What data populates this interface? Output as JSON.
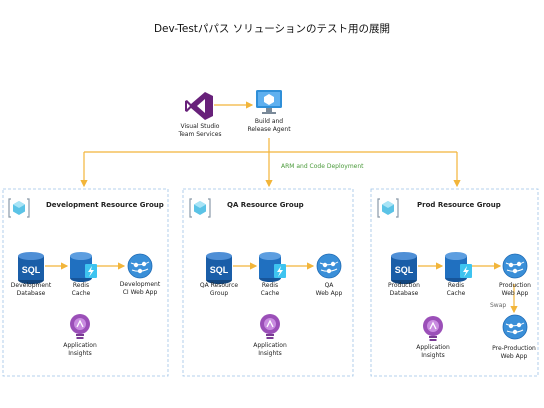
{
  "title": "Dev-Testパパス ソリューションのテスト用の展開",
  "colors": {
    "arrow": "#f2b53a",
    "boundary": "#9ec3e6",
    "sql": "#1a5ea8",
    "redis": "#2070c0",
    "webapp": "#3a8fd8",
    "insights": "#9b4fb8",
    "vs": "#68217a",
    "agent": "#2f8fd8",
    "edge_label": "#4a9a3a"
  },
  "top": {
    "vsts_label": "Visual Studio\nTeam Services",
    "agent_label": "Build and\nRelease Agent",
    "deploy_label": "ARM and Code Deployment"
  },
  "groups": [
    {
      "title": "Development Resource Group",
      "database": "Development\nDatabase",
      "cache": "Redis\nCache",
      "webapp": "Development\nCI Web App",
      "insights": "Application\nInsights"
    },
    {
      "title": "QA Resource Group",
      "database": "QA Resource\nGroup",
      "cache": "Redis\nCache",
      "webapp": "QA\nWeb App",
      "insights": "Application\nInsights"
    },
    {
      "title": "Prod Resource Group",
      "database": "Production\nDatabase",
      "cache": "Redis\nCache",
      "webapp": "Production\nWeb App",
      "insights": "Application\nInsights",
      "swap_label": "Swap",
      "preprod": "Pre-Production\nWeb App"
    }
  ]
}
